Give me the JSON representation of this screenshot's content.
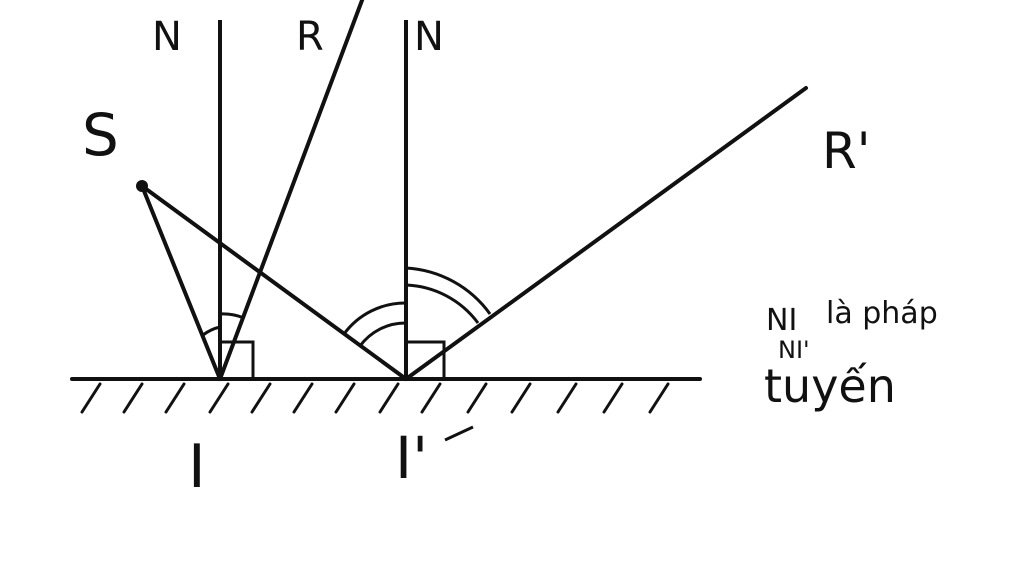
{
  "diagram": {
    "labels": {
      "normal_1": "N",
      "ray_r": "R",
      "normal_2": "N",
      "source": "S",
      "ray_r_prime": "R'",
      "point_i": "I",
      "point_i_prime": "I'"
    },
    "note": {
      "line1_a": "NI",
      "line1_b": "là pháp",
      "line2": "NI'",
      "line3": "tuyến"
    },
    "colors": {
      "ink": "#111111",
      "background": "#ffffff"
    }
  }
}
